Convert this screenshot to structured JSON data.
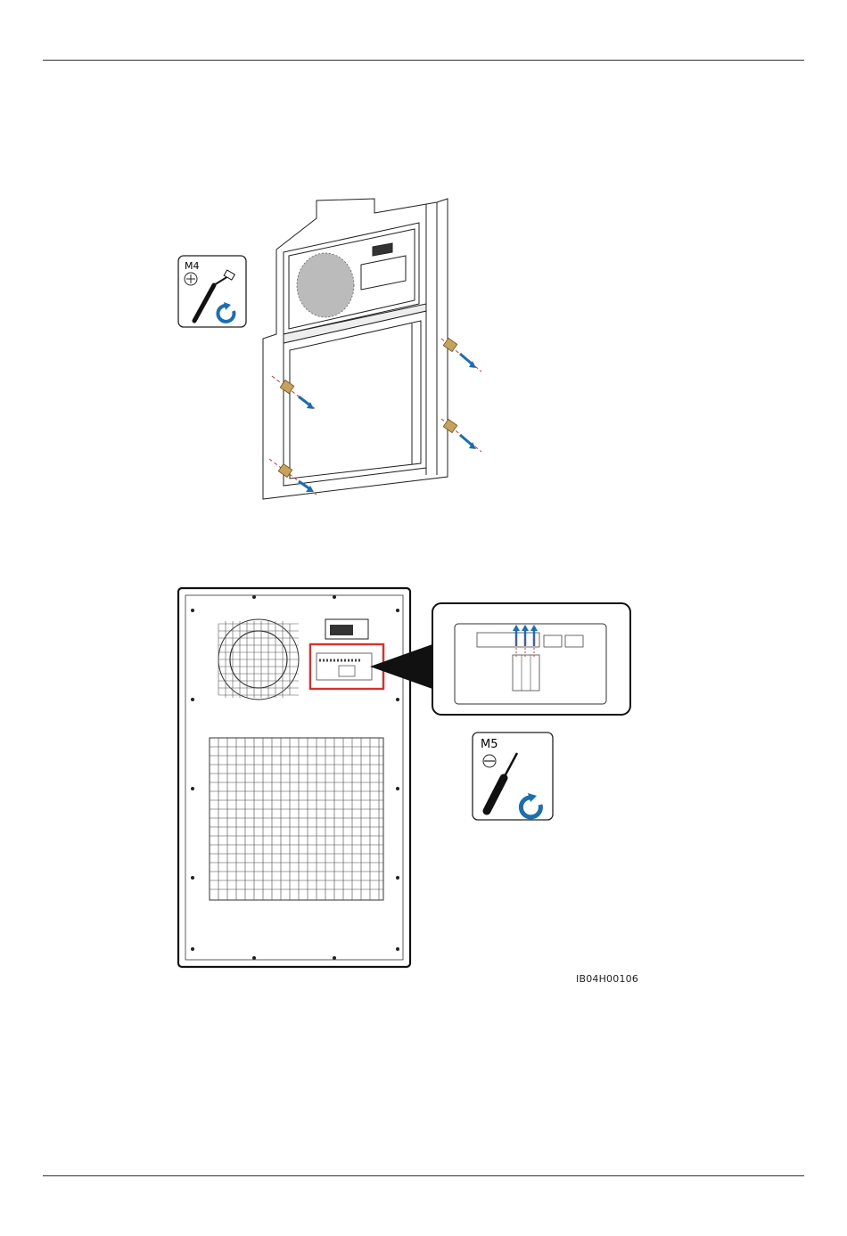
{
  "figure1": {
    "tool": {
      "size_label": "M4",
      "icon": "phillips-screwdriver-icon",
      "action": "counterclockwise-rotate-icon"
    },
    "colors": {
      "arrow": "#1a6fb0",
      "guide": "#d9302c",
      "screw": "#c8a15a"
    }
  },
  "figure2": {
    "tool": {
      "size_label": "M5",
      "icon": "flathead-screwdriver-icon",
      "action": "counterclockwise-rotate-icon"
    },
    "colors": {
      "highlight": "#d9302c",
      "arrow": "#1a6fb0"
    },
    "figure_code": "IB04H00106"
  }
}
